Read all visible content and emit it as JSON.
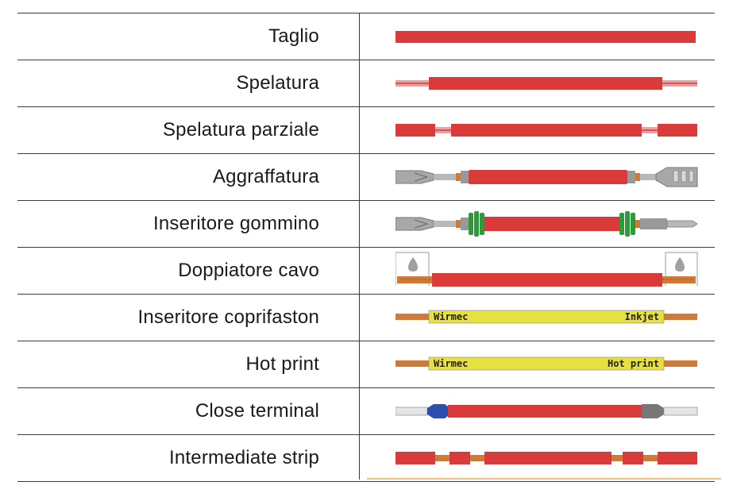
{
  "rows": [
    {
      "label": "Taglio"
    },
    {
      "label": "Spelatura"
    },
    {
      "label": "Spelatura parziale"
    },
    {
      "label": "Aggraffatura"
    },
    {
      "label": "Inseritore gommino"
    },
    {
      "label": "Doppiatore cavo"
    },
    {
      "label": "Inseritore coprifaston"
    },
    {
      "label": "Hot print"
    },
    {
      "label": "Close terminal"
    },
    {
      "label": "Intermediate strip"
    }
  ],
  "print_text": {
    "inkjet_left": "Wirmec",
    "inkjet_right": "Inkjet",
    "hotprint_left": "Wirmec",
    "hotprint_right": "Hot print"
  },
  "colors": {
    "cable_red": "#d93a3a",
    "copper": "#d07a3a",
    "yellow": "#e6e040",
    "grey_terminal": "#a8a8a8",
    "seal_green": "#2f9a3a",
    "ferrule_blue": "#2a4fb0",
    "ferrule_grey": "#777777"
  }
}
